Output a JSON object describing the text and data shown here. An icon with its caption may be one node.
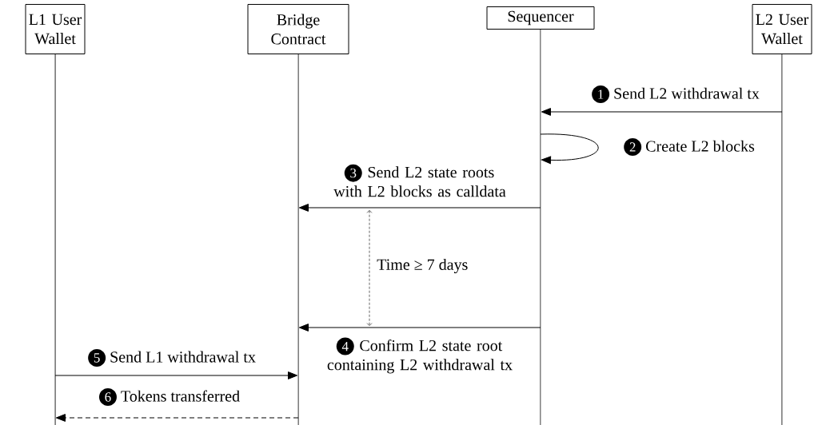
{
  "diagram": {
    "nodes": [
      {
        "text": [
          "L1 User Wallet"
        ]
      },
      {
        "text": [
          "Bridge Contract"
        ]
      },
      {
        "text": [
          "Sequencer"
        ]
      },
      {
        "text": [
          "L2 User Wallet"
        ]
      }
    ],
    "edges": [
      {
        "from": 3,
        "to": 2,
        "arrow": "to",
        "label": "Send L2 withdrawal tx"
      },
      {
        "from": 2,
        "to": 2,
        "arrow": "to",
        "label": "Create L2 blocks"
      },
      {
        "from": 2,
        "to": 1,
        "arrow": "to",
        "label": "Send L2 state roots with L2 blocks as calldata"
      },
      {
        "from": 2,
        "to": 1,
        "arrow": "to",
        "label": "Confirm L2 state root containing L2 withdrawal tx"
      },
      {
        "from": 0,
        "to": 1,
        "arrow": "to",
        "label": "Send L1 withdrawal tx"
      },
      {
        "from": 1,
        "to": 0,
        "arrow": "to",
        "label": "Tokens transferred",
        "style": "dashed"
      }
    ],
    "labels": [
      "1",
      "2",
      "3",
      "4",
      "5",
      "6",
      "Time ≥ 7 days"
    ]
  }
}
